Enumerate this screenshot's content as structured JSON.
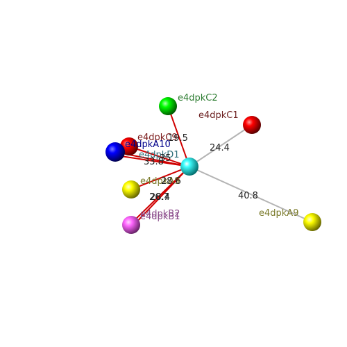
{
  "viewer": {
    "background": "#ffffff",
    "bond_colors": {
      "gray": "#b4b4b4",
      "red": "#d00000"
    }
  },
  "center_atom": {
    "color": "#00e0e0",
    "label": "e4dpkD1",
    "label_color": "#2f6f7a"
  },
  "atoms": [
    {
      "id": "blue",
      "color": "#0000ff",
      "label": "e4dpkA10",
      "label_color": "#00008b"
    },
    {
      "id": "red-left",
      "color": "#ff0000",
      "label": "e4dpkC9",
      "label_color": "#7a1a1a"
    },
    {
      "id": "green",
      "color": "#00ff00",
      "label": "e4dpkC2",
      "label_color": "#2e7d32"
    },
    {
      "id": "red-right",
      "color": "#ff0000",
      "label": "e4dpkC1",
      "label_color": "#6b1e1e"
    },
    {
      "id": "yellow-left",
      "color": "#ffff00",
      "label": "e4dpkA9",
      "label_color": "#7a7a2a"
    },
    {
      "id": "pink-a",
      "color": "#ff66ff",
      "label": "e4dpkB2",
      "label_color": "#8a4a8a"
    },
    {
      "id": "pink-b",
      "color": "#ff66ff",
      "label": "e4dpkB1",
      "label_color": "#8a4a8a"
    },
    {
      "id": "yellow-right",
      "color": "#ffff00",
      "label": "e4dpkA9",
      "label_color": "#7a7a2a"
    }
  ],
  "distances": [
    {
      "to": "red-left",
      "value": "19.5"
    },
    {
      "to": "blue",
      "value": "33.8"
    },
    {
      "to": "red-left-2",
      "value": "35"
    },
    {
      "to": "green",
      "value": ""
    },
    {
      "to": "red-right",
      "value": "24.4"
    },
    {
      "to": "yellow-left",
      "value": "28.6"
    },
    {
      "to": "pink-a",
      "value": "26.7"
    },
    {
      "to": "pink-b",
      "value": "28.4"
    },
    {
      "to": "yellow-right",
      "value": "40.8"
    }
  ]
}
